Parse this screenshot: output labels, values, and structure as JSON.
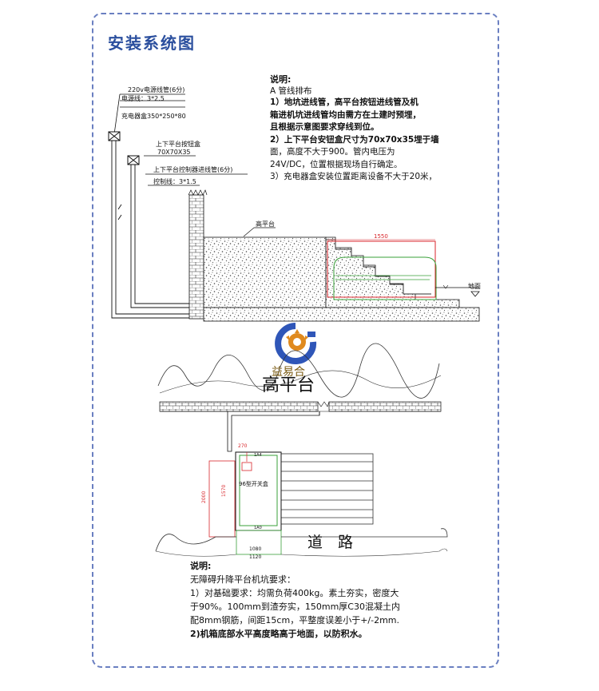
{
  "title": "安装系统图",
  "notes_top": {
    "heading": "说明:",
    "subheading": "A 管线排布",
    "lines": [
      {
        "text": "1）地坑进线管，高平台按钮进线管及机",
        "bold": true
      },
      {
        "text": "箱进机坑进线管均由需方在土建时预埋，",
        "bold": true
      },
      {
        "text": "且根据示意图要求穿线到位。",
        "bold": true
      },
      {
        "text": "2）上下平台安钮盒尺寸为70x70x35埋于墙",
        "bold": true
      },
      {
        "text": "面，高度不大于900。管内电压为",
        "bold": false
      },
      {
        "text": "24V/DC，位置根据现场自行确定。",
        "bold": false
      },
      {
        "text": "3）充电器盒安装位置距离设备不大于20米，",
        "bold": false
      }
    ]
  },
  "callouts": {
    "pipe_220v": "220v电源线管(6分)",
    "power_line": "电源线：3*2.5",
    "charger_box": "充电器盒350*250*80",
    "button_box_1": "上下平台按钮盒",
    "button_box_2": "70X70X35",
    "control_pipe": "上下平台控制器进线管(6分)",
    "control_line": "控制线：3*1.5",
    "high_platform": "高平台",
    "dim_1550": "1550",
    "ground": "地面"
  },
  "plan": {
    "high_platform_label": "高平台",
    "watermark": "益易合",
    "road_label": "道　路",
    "switch_box_label": "96型开关盒",
    "dim_1120": "1120",
    "dim_1080": "1080",
    "dim_270": "270",
    "dim_2000": "2000",
    "dim_1570": "1570",
    "dim_top": "1A4",
    "dim_bottom": "1A0"
  },
  "notes_bottom": {
    "heading": "说明:",
    "lines": [
      {
        "text": "无障碍升降平台机坑要求：",
        "bold": false
      },
      {
        "text": "1）对基础要求：均需负荷400kg。素土夯实，密度大",
        "bold": false
      },
      {
        "text": "于90%。100mm到渣夯实，150mm厚C30混凝土内",
        "bold": false
      },
      {
        "text": "配8mm钢筋，间距15cm，平整度误差小于+/-2mm.",
        "bold": false
      },
      {
        "text": "2)机箱底部水平高度略高于地面，以防积水。",
        "bold": true
      }
    ]
  },
  "colors": {
    "title": "#2b4f9e",
    "frame": "#6a7fc1",
    "red_line": "#d8262b",
    "green_line": "#3aa03a",
    "logo_blue": "#2f56b8",
    "logo_orange": "#e08a1e"
  }
}
